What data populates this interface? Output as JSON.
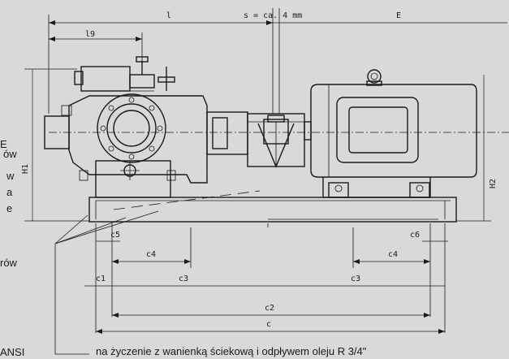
{
  "labels": {
    "l": "l",
    "s": "s = ca. 4 mm",
    "E": "E",
    "l9": "l9",
    "H1": "H1",
    "H2": "H2",
    "c": "c",
    "c1": "c1",
    "c2": "c2",
    "c3_left": "c3",
    "c3_right": "c3",
    "c4_left": "c4",
    "c4_right": "c4",
    "c5": "c5",
    "c6": "c6"
  },
  "side_text": [
    "E",
    "ów",
    "w",
    "a",
    "e",
    "rów",
    "ANSI"
  ],
  "note": "na życzenie z wanienką ściekową i odpływem oleju R 3/4\""
}
